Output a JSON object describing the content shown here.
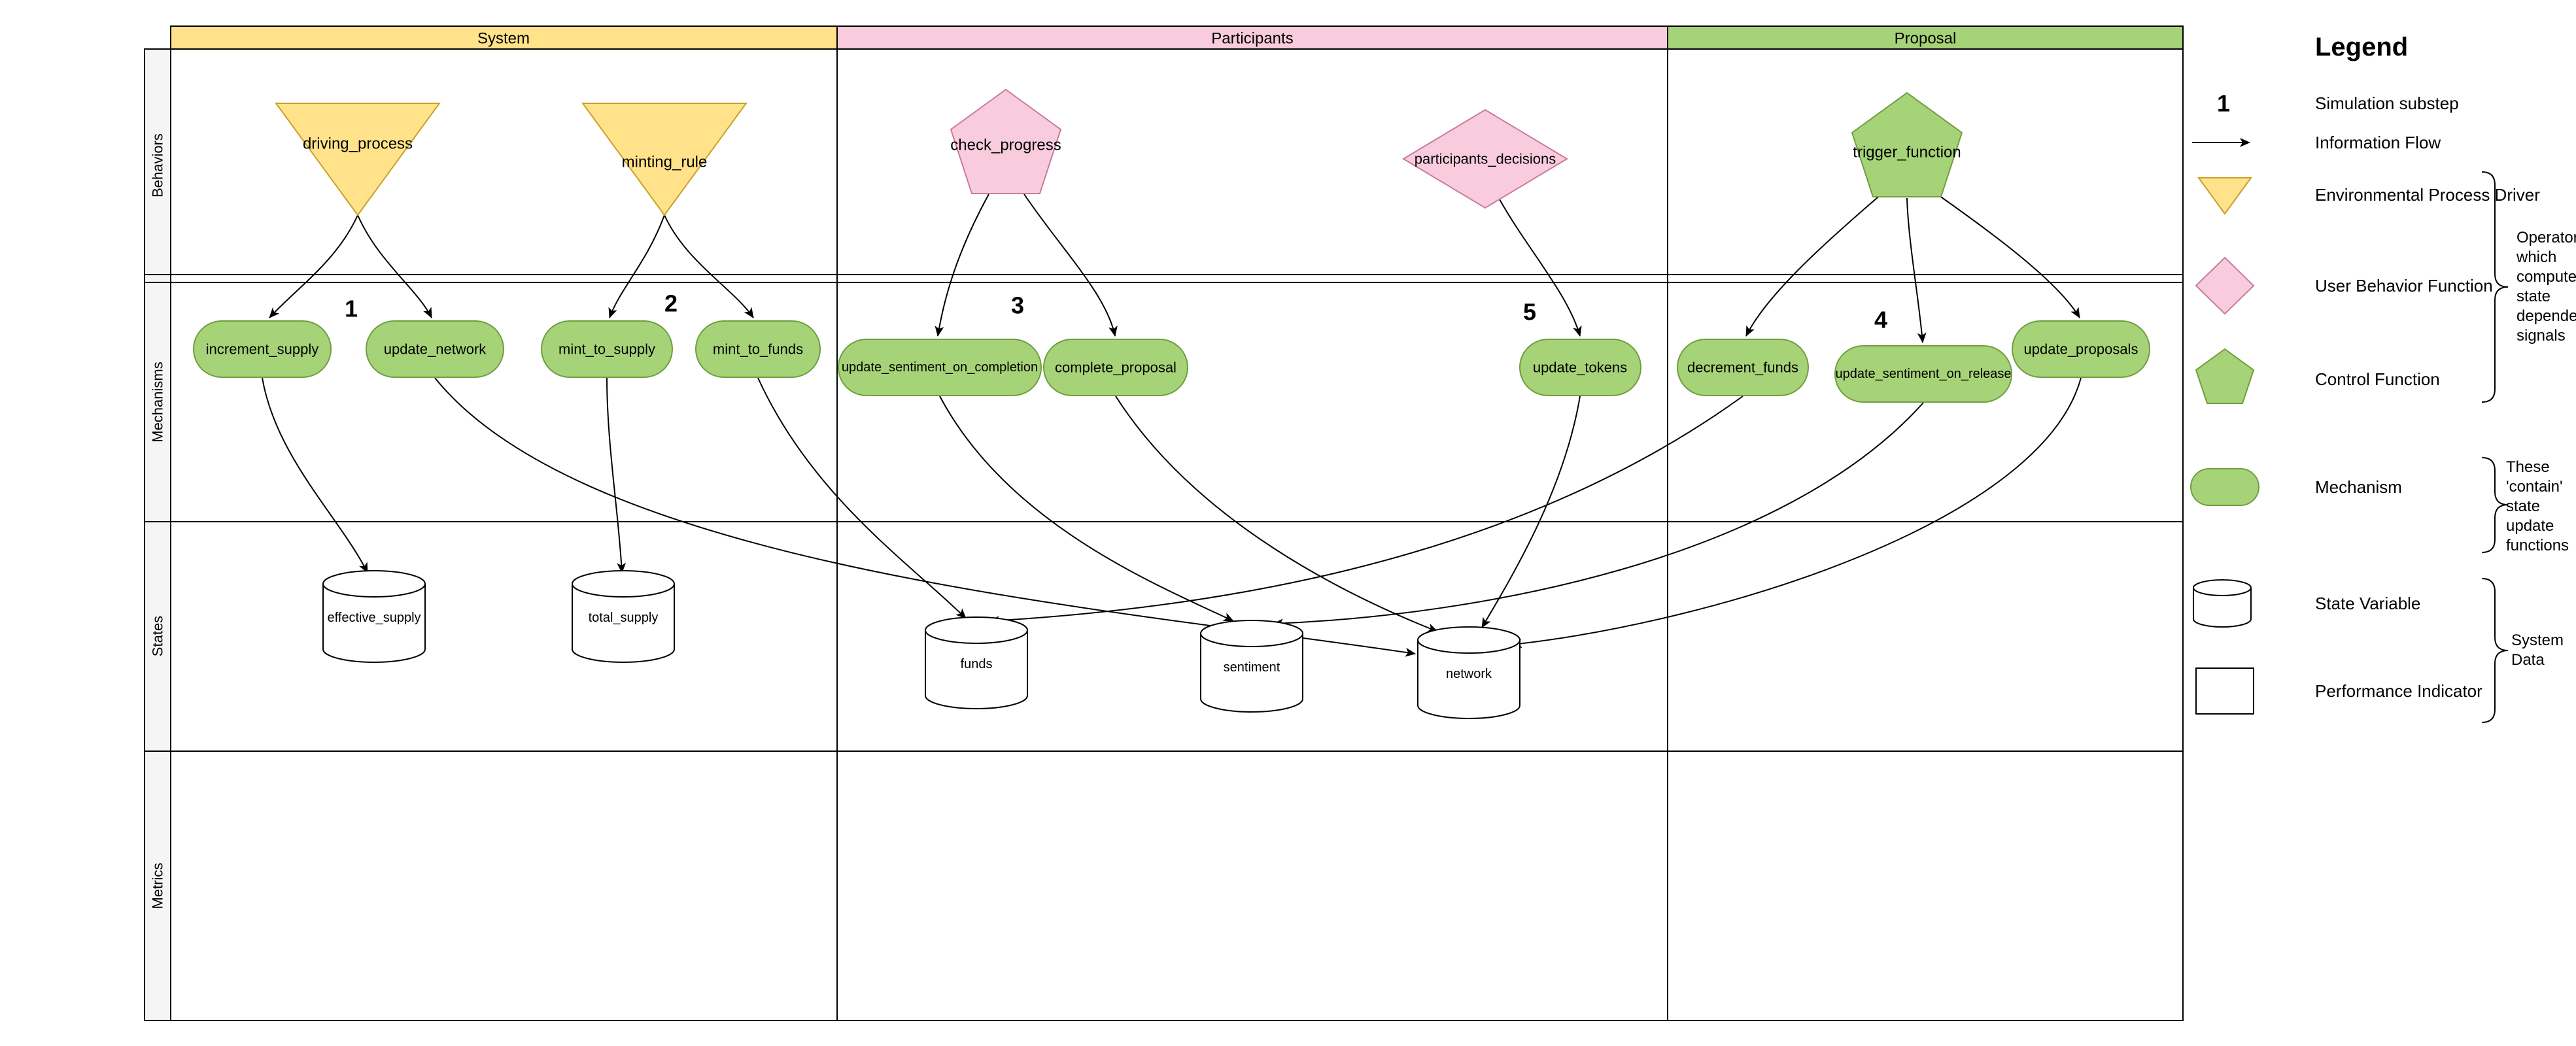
{
  "diagram": {
    "columns": [
      {
        "id": "system",
        "label": "System",
        "color": "#FFE28A"
      },
      {
        "id": "participants",
        "label": "Participants",
        "color": "#F8CCDC"
      },
      {
        "id": "proposal",
        "label": "Proposal",
        "color": "#A6D377"
      }
    ],
    "rows": [
      {
        "id": "behaviors",
        "label": "Behaviors"
      },
      {
        "id": "mechanisms",
        "label": "Mechanisms"
      },
      {
        "id": "states",
        "label": "States"
      },
      {
        "id": "metrics",
        "label": "Metrics"
      }
    ],
    "substeps": [
      "1",
      "2",
      "3",
      "4",
      "5"
    ],
    "nodes": {
      "driving_process": {
        "label": "driving_process",
        "shape": "triangle-down",
        "color": "yellow"
      },
      "minting_rule": {
        "label": "minting_rule",
        "shape": "triangle-down",
        "color": "yellow"
      },
      "check_progress": {
        "label": "check_progress",
        "shape": "pentagon",
        "color": "pink"
      },
      "participants_decisions": {
        "label": "participants_decisions",
        "shape": "diamond",
        "color": "pink"
      },
      "trigger_function": {
        "label": "trigger_function",
        "shape": "pentagon",
        "color": "green"
      },
      "increment_supply": {
        "label": "increment_supply",
        "shape": "pill",
        "color": "green"
      },
      "update_network": {
        "label": "update_network",
        "shape": "pill",
        "color": "green"
      },
      "mint_to_supply": {
        "label": "mint_to_supply",
        "shape": "pill",
        "color": "green"
      },
      "mint_to_funds": {
        "label": "mint_to_funds",
        "shape": "pill",
        "color": "green"
      },
      "update_sentiment_on_completion": {
        "label": "update_sentiment_on_completion",
        "shape": "pill",
        "color": "green"
      },
      "complete_proposal": {
        "label": "complete_proposal",
        "shape": "pill",
        "color": "green"
      },
      "update_tokens": {
        "label": "update_tokens",
        "shape": "pill",
        "color": "green"
      },
      "decrement_funds": {
        "label": "decrement_funds",
        "shape": "pill",
        "color": "green"
      },
      "update_sentiment_on_release": {
        "label": "update_sentiment_on_release",
        "shape": "pill",
        "color": "green"
      },
      "update_proposals": {
        "label": "update_proposals",
        "shape": "pill",
        "color": "green"
      },
      "effective_supply": {
        "label": "effective_supply",
        "shape": "cylinder",
        "color": "white"
      },
      "total_supply": {
        "label": "total_supply",
        "shape": "cylinder",
        "color": "white"
      },
      "funds": {
        "label": "funds",
        "shape": "cylinder",
        "color": "white"
      },
      "sentiment": {
        "label": "sentiment",
        "shape": "cylinder",
        "color": "white"
      },
      "network": {
        "label": "network",
        "shape": "cylinder",
        "color": "white"
      }
    },
    "edges": [
      {
        "from": "driving_process",
        "to": "increment_supply"
      },
      {
        "from": "driving_process",
        "to": "update_network"
      },
      {
        "from": "minting_rule",
        "to": "mint_to_supply"
      },
      {
        "from": "minting_rule",
        "to": "mint_to_funds"
      },
      {
        "from": "check_progress",
        "to": "update_sentiment_on_completion"
      },
      {
        "from": "check_progress",
        "to": "complete_proposal"
      },
      {
        "from": "participants_decisions",
        "to": "update_tokens"
      },
      {
        "from": "trigger_function",
        "to": "decrement_funds"
      },
      {
        "from": "trigger_function",
        "to": "update_sentiment_on_release"
      },
      {
        "from": "trigger_function",
        "to": "update_proposals"
      },
      {
        "from": "increment_supply",
        "to": "effective_supply"
      },
      {
        "from": "mint_to_supply",
        "to": "total_supply"
      },
      {
        "from": "update_network",
        "to": "network"
      },
      {
        "from": "mint_to_funds",
        "to": "funds"
      },
      {
        "from": "update_sentiment_on_completion",
        "to": "sentiment"
      },
      {
        "from": "complete_proposal",
        "to": "network"
      },
      {
        "from": "update_tokens",
        "to": "network"
      },
      {
        "from": "decrement_funds",
        "to": "funds"
      },
      {
        "from": "update_sentiment_on_release",
        "to": "sentiment"
      },
      {
        "from": "update_proposals",
        "to": "network"
      }
    ]
  },
  "legend": {
    "title": "Legend",
    "items": [
      {
        "symbol": "number",
        "glyph": "1",
        "label": "Simulation substep"
      },
      {
        "symbol": "arrow",
        "label": "Information Flow"
      },
      {
        "symbol": "triangle-down",
        "label": "Environmental Process Driver"
      },
      {
        "symbol": "diamond",
        "label": "User Behavior Function"
      },
      {
        "symbol": "pentagon",
        "label": "Control Function"
      },
      {
        "symbol": "pill",
        "label": "Mechanism"
      },
      {
        "symbol": "cylinder",
        "label": "State Variable"
      },
      {
        "symbol": "square",
        "label": "Performance Indicator"
      }
    ],
    "annotations": {
      "operators": "Operators\nwhich\ncompute\nstate\ndependent\nsignals",
      "mechanisms": "These\n'contain'\nstate\nupdate\nfunctions",
      "system_data": "System\nData"
    }
  },
  "colors": {
    "yellow_fill": "#FFE28A",
    "yellow_stroke": "#C9A227",
    "pink_fill": "#F8CCDC",
    "pink_stroke": "#C97A9E",
    "green_fill": "#A6D377",
    "green_stroke": "#6F9E3F",
    "lane_strip": "#F5F5F5",
    "line": "#000000"
  }
}
